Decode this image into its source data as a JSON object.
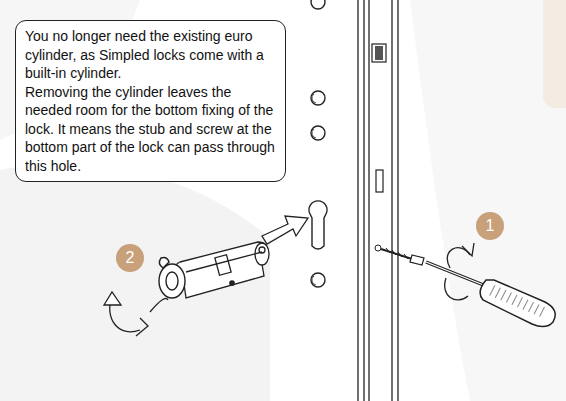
{
  "diagram": {
    "nodes": [
      {
        "text": [
          "You no longer need the existing euro cylinder, as Simpled locks come with a built-in cylinder.",
          "Removing the cylinder leaves the needed room for the bottom fixing of the lock. It means the stub and screw at the bottom part of the lock can pass through this hole."
        ]
      },
      {
        "text": [
          "1"
        ]
      },
      {
        "text": [
          "2"
        ]
      }
    ]
  }
}
